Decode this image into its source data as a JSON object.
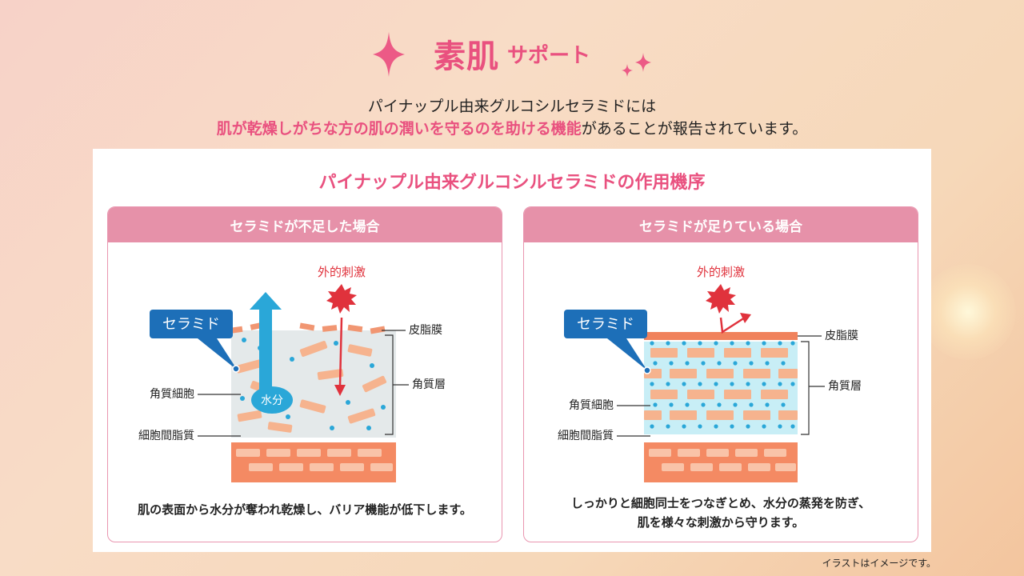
{
  "header": {
    "title_main": "素肌",
    "title_sub": "サポート",
    "line1": "パイナップル由来グルコシルセラミドには",
    "line2_highlight": "肌が乾燥しがちな方の肌の潤いを守るのを助ける機能",
    "line2_rest": "があることが報告されています。"
  },
  "card": {
    "title": "パイナップル由来グルコシルセラミドの作用機序"
  },
  "panels": [
    {
      "heading": "セラミドが不足した場合",
      "stimulus": "外的刺激",
      "ceramide": "セラミド",
      "water": "水分",
      "labels": {
        "sebum": "皮脂膜",
        "stratum": "角質層",
        "cell": "角質細胞",
        "lipid": "細胞間脂質"
      },
      "caption": [
        "肌の表面から水分が奪われ乾燥し、バリア機能が低下します。"
      ]
    },
    {
      "heading": "セラミドが足りている場合",
      "stimulus": "外的刺激",
      "ceramide": "セラミド",
      "labels": {
        "sebum": "皮脂膜",
        "stratum": "角質層",
        "cell": "角質細胞",
        "lipid": "細胞間脂質"
      },
      "caption": [
        "しっかりと細胞同士をつなぎとめ、水分の蒸発を防ぎ、",
        "肌を様々な刺激から守ります。"
      ]
    }
  ],
  "footnote": "イラストはイメージです。",
  "colors": {
    "pink": "#e9517f",
    "blue": "#1d6fb8",
    "water_blue": "#2aa7d8",
    "brick": "#f19672",
    "stimulus_red": "#e0323c"
  }
}
